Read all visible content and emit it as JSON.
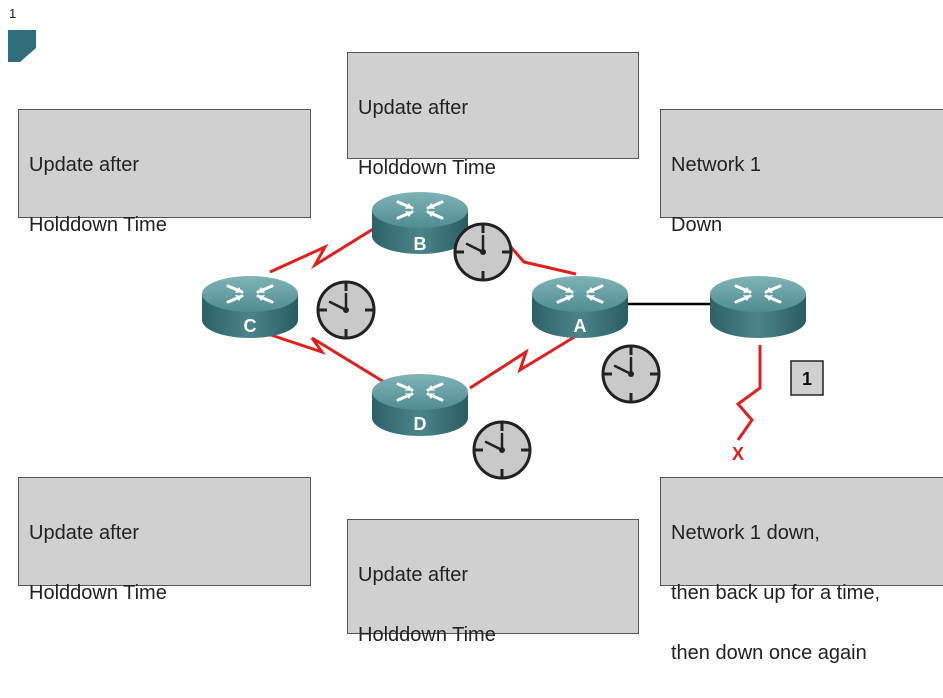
{
  "corner_number": "1",
  "notes": {
    "top_left": [
      "Update after",
      "Holddown Time"
    ],
    "top_center": [
      "Update after",
      "Holddown Time"
    ],
    "top_right": [
      "Network 1",
      "Down"
    ],
    "bottom_left": [
      "Update after",
      "Holddown Time"
    ],
    "bottom_center": [
      "Update after",
      "Holddown Time"
    ],
    "bottom_right": [
      "Network 1 down,",
      "then back up for a time,",
      "then down once again"
    ]
  },
  "routers": {
    "a": "A",
    "b": "B",
    "c": "C",
    "d": "D"
  },
  "network_label": "1",
  "failure_mark": "X",
  "colors": {
    "wan_link": "#e02020",
    "router_body": "#4d8a90",
    "note_bg": "#d0d0d0"
  }
}
